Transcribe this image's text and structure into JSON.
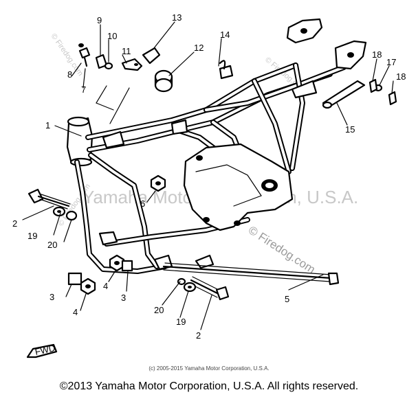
{
  "diagram": {
    "callouts": [
      "1",
      "2",
      "2",
      "3",
      "3",
      "4",
      "4",
      "5",
      "6",
      "7",
      "8",
      "9",
      "10",
      "11",
      "12",
      "13",
      "14",
      "15",
      "17",
      "18",
      "18",
      "19",
      "19",
      "20",
      "20"
    ],
    "fwd_label": "FWD"
  },
  "watermarks": {
    "main": "Yamaha Motor Corporation, U.S.A.",
    "firedog": "© Firedog.com",
    "firedog_small": "© Firedog.com"
  },
  "footer": {
    "small_copyright": "(c) 2005-2015 Yamaha Motor Corporation, U.S.A.",
    "copyright": "©2013 Yamaha Motor Corporation, U.S.A. All rights reserved."
  }
}
